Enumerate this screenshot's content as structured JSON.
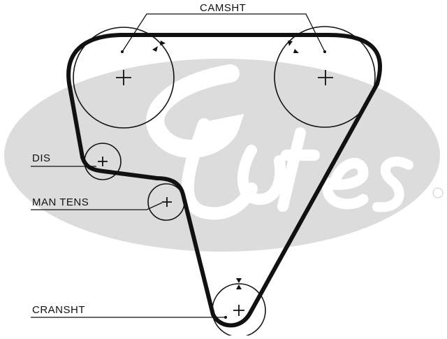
{
  "diagram": {
    "labels": {
      "camshaft": "CAMSHT",
      "distributor": "DIS",
      "manual_tensioner": "MAN TENS",
      "crankshaft": "CRANSHT"
    },
    "watermark": {
      "text": "Gates",
      "registered_mark": "®",
      "color": "#dcdcdc"
    },
    "colors": {
      "belt": "#111111",
      "line": "#111111",
      "background": "#ffffff"
    }
  }
}
